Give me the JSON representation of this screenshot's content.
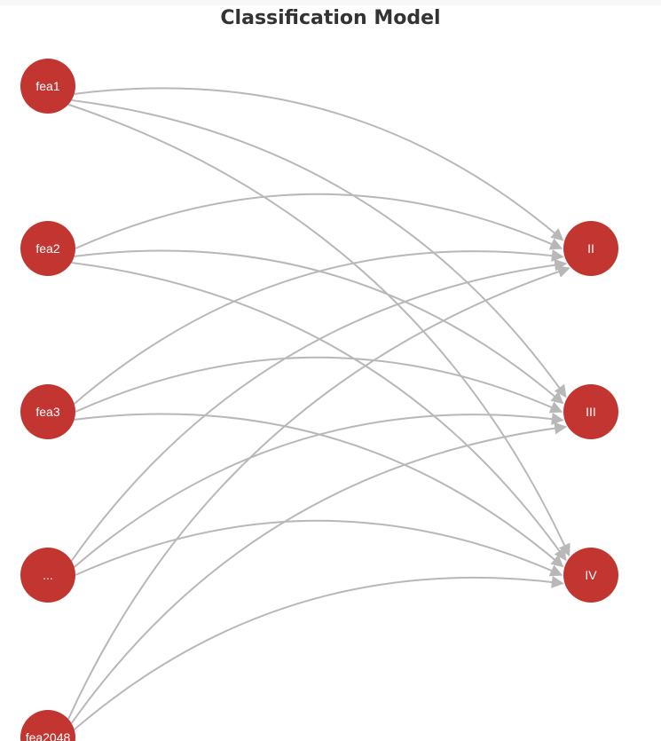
{
  "title": "Classification Model",
  "colors": {
    "node": "#c23531",
    "edge": "#b8b8b8",
    "label": "#ffffff"
  },
  "nodes": {
    "inputs": [
      {
        "id": "fea1",
        "label": "fea1"
      },
      {
        "id": "fea2",
        "label": "fea2"
      },
      {
        "id": "fea3",
        "label": "fea3"
      },
      {
        "id": "ellipsis",
        "label": "..."
      },
      {
        "id": "fea2048",
        "label": "fea2048"
      }
    ],
    "outputs": [
      {
        "id": "II",
        "label": "II"
      },
      {
        "id": "III",
        "label": "III"
      },
      {
        "id": "IV",
        "label": "IV"
      }
    ]
  },
  "edges": [
    {
      "from": "fea1",
      "to": "II"
    },
    {
      "from": "fea1",
      "to": "III"
    },
    {
      "from": "fea1",
      "to": "IV"
    },
    {
      "from": "fea2",
      "to": "II"
    },
    {
      "from": "fea2",
      "to": "III"
    },
    {
      "from": "fea2",
      "to": "IV"
    },
    {
      "from": "fea3",
      "to": "II"
    },
    {
      "from": "fea3",
      "to": "III"
    },
    {
      "from": "fea3",
      "to": "IV"
    },
    {
      "from": "ellipsis",
      "to": "II"
    },
    {
      "from": "ellipsis",
      "to": "III"
    },
    {
      "from": "ellipsis",
      "to": "IV"
    },
    {
      "from": "fea2048",
      "to": "II"
    },
    {
      "from": "fea2048",
      "to": "III"
    },
    {
      "from": "fea2048",
      "to": "IV"
    }
  ]
}
